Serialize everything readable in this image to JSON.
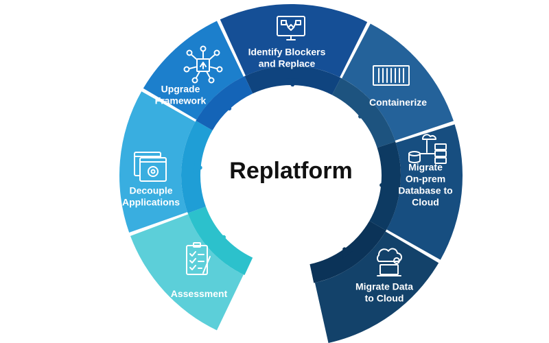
{
  "diagram": {
    "center_title": "Replatform",
    "segments": [
      {
        "id": "identify-blockers",
        "label_lines": [
          "Identify Blockers",
          "and Replace"
        ],
        "icon": "monitor-flowchart-icon",
        "color": "#154f96"
      },
      {
        "id": "containerize",
        "label_lines": [
          "Containerize"
        ],
        "icon": "shipping-container-icon",
        "color": "#24629a"
      },
      {
        "id": "migrate-database",
        "label_lines": [
          "Migrate",
          "On-prem",
          "Database to",
          "Cloud"
        ],
        "icon": "cloud-database-icon",
        "color": "#174e80"
      },
      {
        "id": "migrate-data",
        "label_lines": [
          "Migrate Data",
          "to Cloud"
        ],
        "icon": "cloud-laptop-icon",
        "color": "#13426a"
      },
      {
        "id": "assessment",
        "label_lines": [
          "Assessment"
        ],
        "icon": "checklist-icon",
        "color": "#5ccfd9"
      },
      {
        "id": "decouple-applications",
        "label_lines": [
          "Decouple",
          "Applications"
        ],
        "icon": "window-gear-icon",
        "color": "#39aee0"
      },
      {
        "id": "upgrade-framework",
        "label_lines": [
          "Upgrade",
          "Framework"
        ],
        "icon": "network-upload-icon",
        "color": "#1c7fcc"
      }
    ]
  }
}
